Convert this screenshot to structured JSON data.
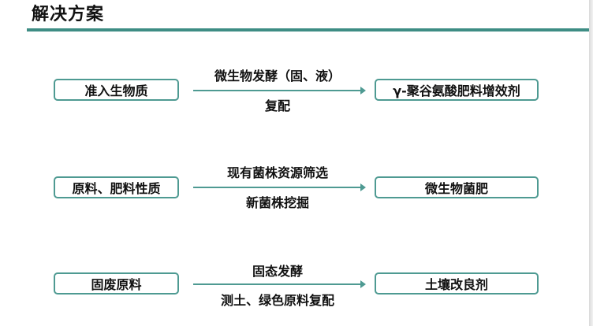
{
  "title": "解决方案",
  "rows": [
    {
      "input": "准入生物质",
      "process_top": "微生物发酵（固、液）",
      "process_bottom": "复配",
      "output": "γ-聚谷氨酸肥料增效剂"
    },
    {
      "input": "原料、肥料性质",
      "process_top": "现有菌株资源筛选",
      "process_bottom": "新菌株挖掘",
      "output": "微生物菌肥"
    },
    {
      "input": "固废原料",
      "process_top": "固态发酵",
      "process_bottom": "测土、绿色原料复配",
      "output": "土壤改良剂"
    }
  ],
  "colors": {
    "accent": "#3e8d84",
    "box_border": "#4e9a92"
  }
}
